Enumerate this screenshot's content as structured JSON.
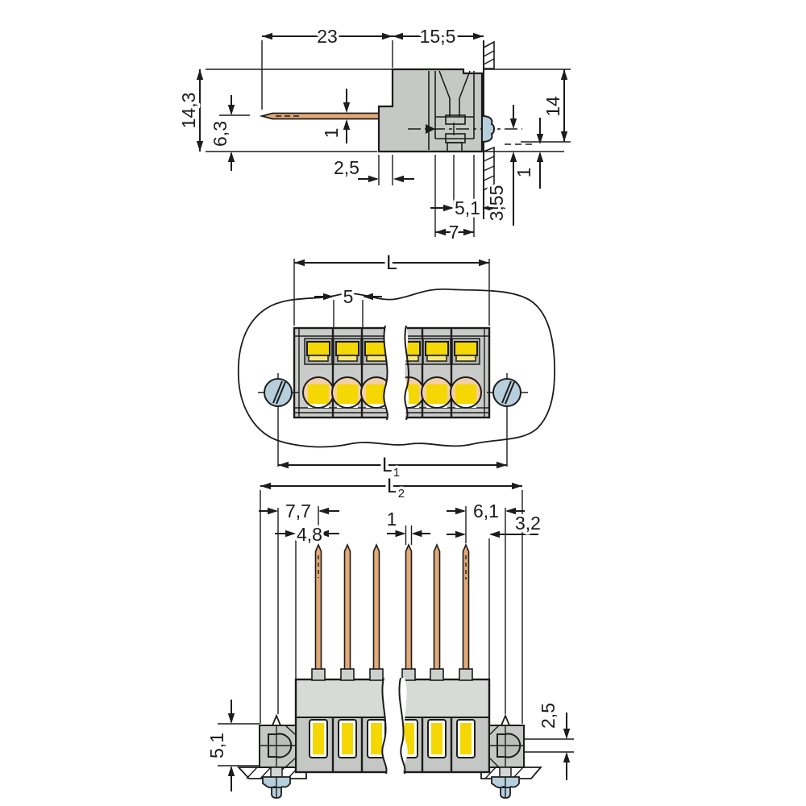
{
  "colors": {
    "line": "#1c1c1c",
    "body_gray": "#c6c8c6",
    "body_light": "#d8dad8",
    "recess_gray": "#b2b4b2",
    "yellow": "#f4d703",
    "yellow_light": "#f8e97e",
    "peach": "#f3cfa4",
    "copper": "#e3aa77",
    "screw_blue": "#b7cfdd",
    "background": "#ffffff"
  },
  "side_view": {
    "dim_23": "23",
    "dim_15_5": "15,5",
    "dim_14_3": "14,3",
    "dim_6_3": "6,3",
    "dim_pin_square": "1",
    "dim_2_5": "2,5",
    "dim_5_1": "5,1",
    "dim_7": "7",
    "dim_3_55": "3,55",
    "dim_1": "1",
    "dim_14": "14"
  },
  "front_view": {
    "dim_L": "L",
    "dim_pitch": "5",
    "dim_L1_base": "L",
    "dim_L1_sub": "1"
  },
  "pin_view": {
    "dim_L2_base": "L",
    "dim_L2_sub": "2",
    "dim_7_7": "7,7",
    "dim_4_8": "4,8",
    "dim_pin_width": "1",
    "dim_6_1": "6,1",
    "dim_3_2": "3,2",
    "dim_5_1": "5,1",
    "dim_2_5": "2,5"
  }
}
